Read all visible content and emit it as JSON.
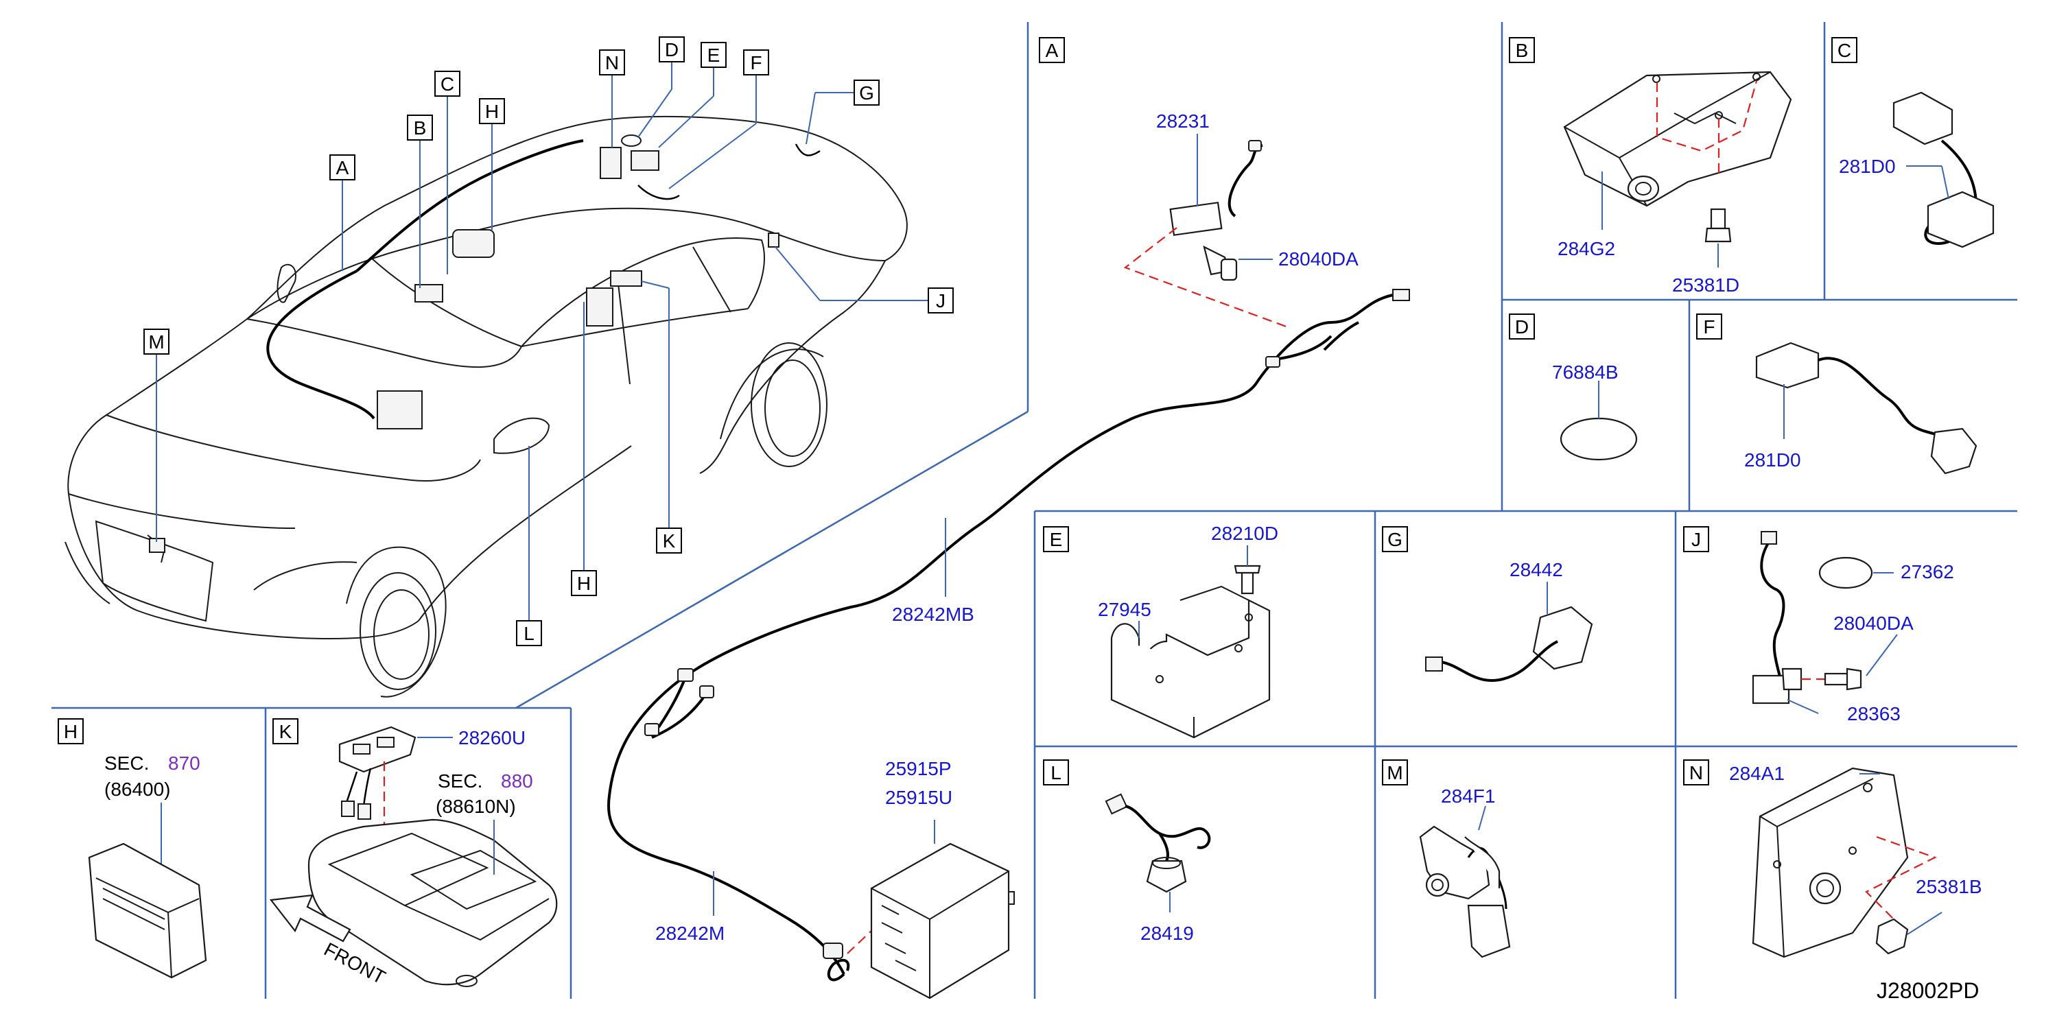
{
  "diagram_id": "J28002PD",
  "callouts": {
    "A": "A",
    "B": "B",
    "C": "C",
    "D": "D",
    "E": "E",
    "F": "F",
    "G": "G",
    "H": "H",
    "J": "J",
    "K": "K",
    "L": "L",
    "M": "M",
    "N": "N"
  },
  "panels": {
    "A": {
      "tag": "A",
      "parts": [
        "28231",
        "28040DA",
        "28242MB",
        "28242M",
        "25915P",
        "25915U"
      ]
    },
    "B": {
      "tag": "B",
      "parts": [
        "284G2",
        "25381D"
      ]
    },
    "C": {
      "tag": "C",
      "parts": [
        "281D0"
      ]
    },
    "D": {
      "tag": "D",
      "parts": [
        "76884B"
      ]
    },
    "F": {
      "tag": "F",
      "parts": [
        "281D0"
      ]
    },
    "E": {
      "tag": "E",
      "parts": [
        "28210D",
        "27945"
      ]
    },
    "G": {
      "tag": "G",
      "parts": [
        "28442"
      ]
    },
    "J": {
      "tag": "J",
      "parts": [
        "27362",
        "28040DA",
        "28363"
      ]
    },
    "H": {
      "tag": "H",
      "sec_label": "SEC.",
      "sec_num": "870",
      "ref": "(86400)"
    },
    "K": {
      "tag": "K",
      "parts": [
        "28260U"
      ],
      "sec_label": "SEC.",
      "sec_num": "880",
      "ref": "(88610N)",
      "front": "FRONT"
    },
    "L": {
      "tag": "L",
      "parts": [
        "28419"
      ]
    },
    "M": {
      "tag": "M",
      "parts": [
        "284F1"
      ]
    },
    "N": {
      "tag": "N",
      "parts": [
        "284A1",
        "25381B"
      ]
    }
  }
}
